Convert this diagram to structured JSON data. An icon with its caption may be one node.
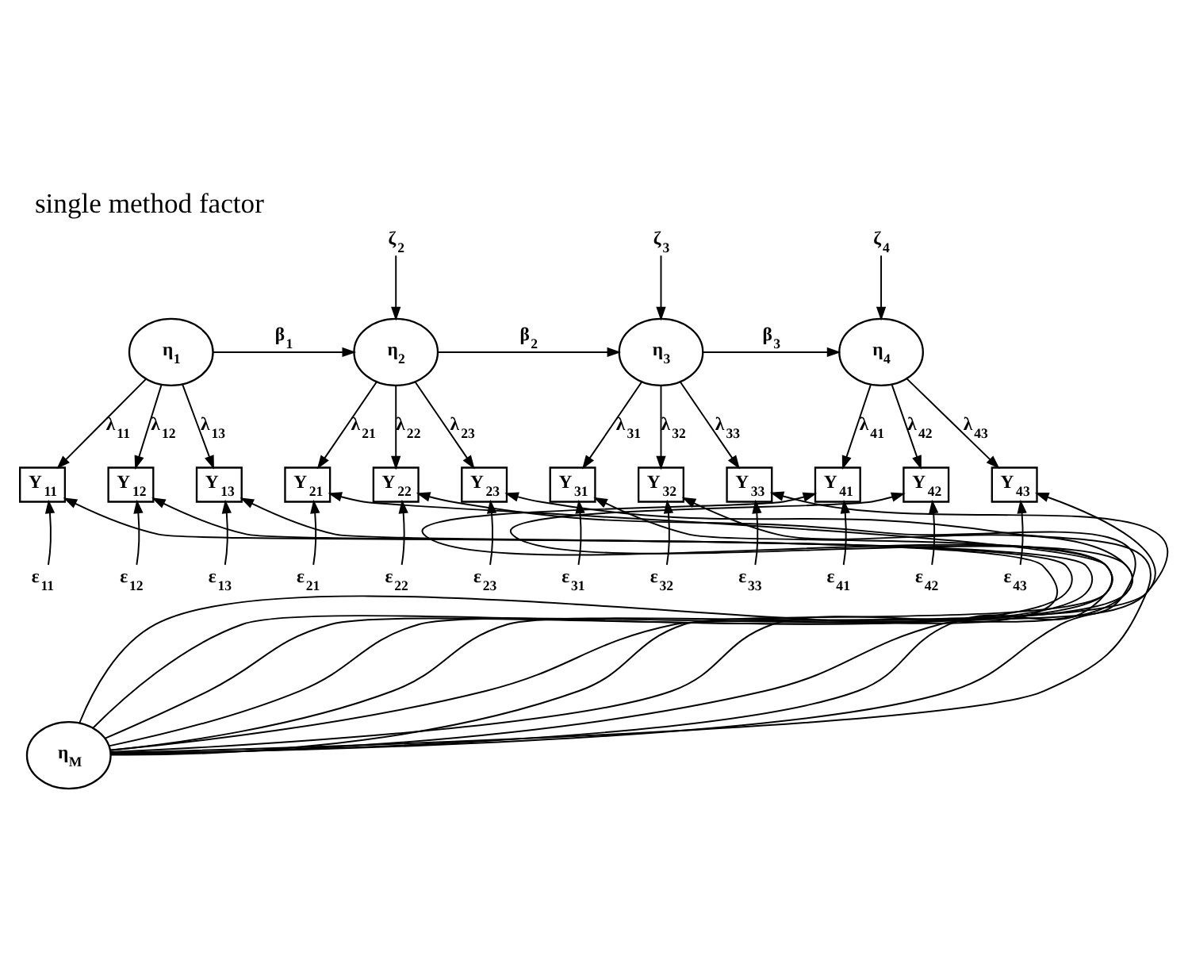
{
  "diagram": {
    "title": "single method factor",
    "nodes": [
      {
        "text": [
          "η$_{1}$"
        ]
      },
      {
        "text": [
          "η$_{2}$"
        ]
      },
      {
        "text": [
          "η$_{3}$"
        ]
      },
      {
        "text": [
          "η$_{4}$"
        ]
      },
      {
        "text": [
          "Y$_{11}$"
        ]
      },
      {
        "text": [
          "Y$_{12}$"
        ]
      },
      {
        "text": [
          "Y$_{13}$"
        ]
      },
      {
        "text": [
          "Y$_{21}$"
        ]
      },
      {
        "text": [
          "Y$_{22}$"
        ]
      },
      {
        "text": [
          "Y$_{23}$"
        ]
      },
      {
        "text": [
          "Y$_{31}$"
        ]
      },
      {
        "text": [
          "Y$_{32}$"
        ]
      },
      {
        "text": [
          "Y$_{33}$"
        ]
      },
      {
        "text": [
          "Y$_{41}$"
        ]
      },
      {
        "text": [
          "Y$_{42}$"
        ]
      },
      {
        "text": [
          "Y$_{43}$"
        ]
      },
      {
        "text": [
          "ε$_{11}$"
        ]
      },
      {
        "text": [
          "ε$_{12}$"
        ]
      },
      {
        "text": [
          "ε$_{13}$"
        ]
      },
      {
        "text": [
          "ε$_{21}$"
        ]
      },
      {
        "text": [
          "ε$_{22}$"
        ]
      },
      {
        "text": [
          "ε$_{23}$"
        ]
      },
      {
        "text": [
          "ε$_{31}$"
        ]
      },
      {
        "text": [
          "ε$_{32}$"
        ]
      },
      {
        "text": [
          "ε$_{33}$"
        ]
      },
      {
        "text": [
          "ε$_{41}$"
        ]
      },
      {
        "text": [
          "ε$_{42}$"
        ]
      },
      {
        "text": [
          "ε$_{43}$"
        ]
      },
      {
        "text": [
          "ζ$_{2}$"
        ]
      },
      {
        "text": [
          "ζ$_{3}$"
        ]
      },
      {
        "text": [
          "ζ$_{4}$"
        ]
      },
      {
        "text": [
          "η$_{M}$"
        ]
      }
    ],
    "edges": [
      {
        "from": 0,
        "to": 1,
        "arrow": "to",
        "label": "β$_{1}$"
      },
      {
        "from": 1,
        "to": 2,
        "arrow": "to",
        "label": "β$_{2}$"
      },
      {
        "from": 2,
        "to": 3,
        "arrow": "to",
        "label": "β$_{3}$"
      },
      {
        "from": 28,
        "to": 1,
        "arrow": "to"
      },
      {
        "from": 29,
        "to": 2,
        "arrow": "to"
      },
      {
        "from": 30,
        "to": 3,
        "arrow": "to"
      },
      {
        "from": 0,
        "to": 4,
        "arrow": "to",
        "label": "λ$_{11}$"
      },
      {
        "from": 0,
        "to": 5,
        "arrow": "to",
        "label": "λ$_{12}$"
      },
      {
        "from": 0,
        "to": 6,
        "arrow": "to",
        "label": "λ$_{13}$"
      },
      {
        "from": 1,
        "to": 7,
        "arrow": "to",
        "label": "λ$_{21}$"
      },
      {
        "from": 1,
        "to": 8,
        "arrow": "to",
        "label": "λ$_{22}$"
      },
      {
        "from": 1,
        "to": 9,
        "arrow": "to",
        "label": "λ$_{23}$"
      },
      {
        "from": 2,
        "to": 10,
        "arrow": "to",
        "label": "λ$_{31}$"
      },
      {
        "from": 2,
        "to": 11,
        "arrow": "to",
        "label": "λ$_{32}$"
      },
      {
        "from": 2,
        "to": 12,
        "arrow": "to",
        "label": "λ$_{33}$"
      },
      {
        "from": 3,
        "to": 13,
        "arrow": "to",
        "label": "λ$_{41}$"
      },
      {
        "from": 3,
        "to": 14,
        "arrow": "to",
        "label": "λ$_{42}$"
      },
      {
        "from": 3,
        "to": 15,
        "arrow": "to",
        "label": "λ$_{43}$"
      },
      {
        "from": 16,
        "to": 4,
        "arrow": "to"
      },
      {
        "from": 17,
        "to": 5,
        "arrow": "to"
      },
      {
        "from": 18,
        "to": 6,
        "arrow": "to"
      },
      {
        "from": 19,
        "to": 7,
        "arrow": "to"
      },
      {
        "from": 20,
        "to": 8,
        "arrow": "to"
      },
      {
        "from": 21,
        "to": 9,
        "arrow": "to"
      },
      {
        "from": 22,
        "to": 10,
        "arrow": "to"
      },
      {
        "from": 23,
        "to": 11,
        "arrow": "to"
      },
      {
        "from": 24,
        "to": 12,
        "arrow": "to"
      },
      {
        "from": 25,
        "to": 13,
        "arrow": "to"
      },
      {
        "from": 26,
        "to": 14,
        "arrow": "to"
      },
      {
        "from": 27,
        "to": 15,
        "arrow": "to"
      },
      {
        "from": 31,
        "to": 4,
        "arrow": "to"
      },
      {
        "from": 31,
        "to": 5,
        "arrow": "to"
      },
      {
        "from": 31,
        "to": 6,
        "arrow": "to"
      },
      {
        "from": 31,
        "to": 7,
        "arrow": "to"
      },
      {
        "from": 31,
        "to": 8,
        "arrow": "to"
      },
      {
        "from": 31,
        "to": 9,
        "arrow": "to"
      },
      {
        "from": 31,
        "to": 10,
        "arrow": "to"
      },
      {
        "from": 31,
        "to": 11,
        "arrow": "to"
      },
      {
        "from": 31,
        "to": 12,
        "arrow": "to"
      },
      {
        "from": 31,
        "to": 13,
        "arrow": "to"
      },
      {
        "from": 31,
        "to": 14,
        "arrow": "to"
      },
      {
        "from": 31,
        "to": 15,
        "arrow": "to"
      }
    ]
  }
}
